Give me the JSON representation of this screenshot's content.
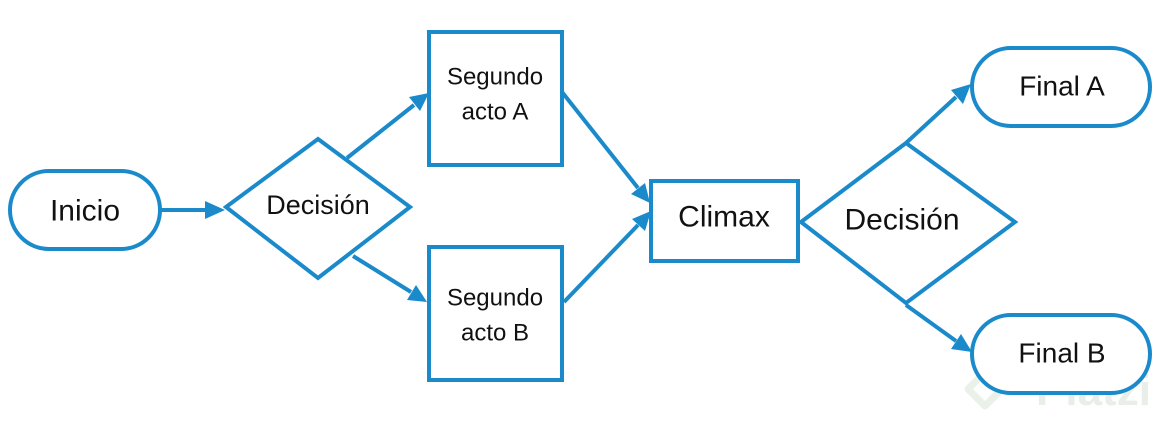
{
  "colors": {
    "stroke": "#1a8acb",
    "text": "#111111",
    "background": "#ffffff",
    "watermark": "#e9eee9"
  },
  "nodes": {
    "inicio": {
      "label": "Inicio",
      "shape": "terminal"
    },
    "decision_1": {
      "label": "Decisión",
      "shape": "decision"
    },
    "segundo_acto_a": {
      "label_line1": "Segundo",
      "label_line2": "acto A",
      "shape": "process"
    },
    "segundo_acto_b": {
      "label_line1": "Segundo",
      "label_line2": "acto B",
      "shape": "process"
    },
    "climax": {
      "label": "Climax",
      "shape": "process"
    },
    "decision_2": {
      "label": "Decisión",
      "shape": "decision"
    },
    "final_a": {
      "label": "Final A",
      "shape": "terminal"
    },
    "final_b": {
      "label": "Final B",
      "shape": "terminal"
    }
  },
  "edges": [
    {
      "from": "inicio",
      "to": "decision_1"
    },
    {
      "from": "decision_1",
      "to": "segundo_acto_a"
    },
    {
      "from": "decision_1",
      "to": "segundo_acto_b"
    },
    {
      "from": "segundo_acto_a",
      "to": "climax"
    },
    {
      "from": "segundo_acto_b",
      "to": "climax"
    },
    {
      "from": "decision_2",
      "to": "final_a"
    },
    {
      "from": "decision_2",
      "to": "final_b"
    }
  ],
  "watermark": {
    "text": "Platzi"
  }
}
